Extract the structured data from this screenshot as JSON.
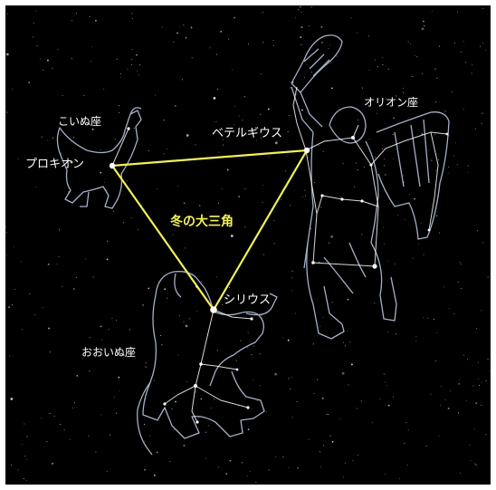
{
  "labels": {
    "canis_minor": "こいぬ座",
    "procyon": "プロキオン",
    "betelgeuse": "ベテルギウス",
    "orion": "オリオン座",
    "triangle": "冬の大三角",
    "sirius": "シリウス",
    "canis_major": "おおいぬ座"
  },
  "colors": {
    "sky": "#000000",
    "border": "#ffffff",
    "figure_line": "#b8c4dc",
    "asterism_line": "#ffffff",
    "triangle": "#f2f05a",
    "label": "#ffffff"
  }
}
